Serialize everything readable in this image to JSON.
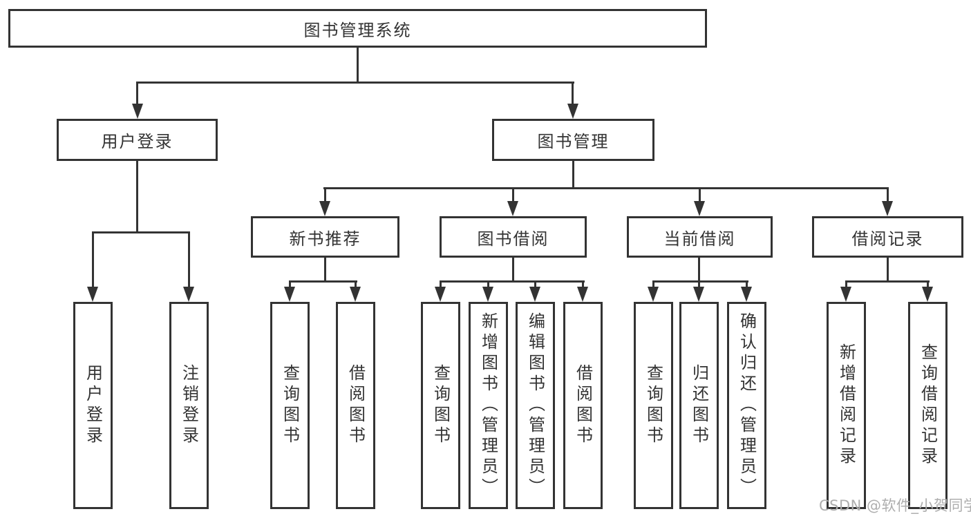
{
  "tree": {
    "root": {
      "label": "图书管理系统",
      "children": [
        {
          "label": "用户登录",
          "children": [
            {
              "label": "用户登录"
            },
            {
              "label": "注销登录"
            }
          ]
        },
        {
          "label": "图书管理",
          "children": [
            {
              "label": "新书推荐",
              "children": [
                {
                  "label": "查询图书"
                },
                {
                  "label": "借阅图书"
                }
              ]
            },
            {
              "label": "图书借阅",
              "children": [
                {
                  "label": "查询图书"
                },
                {
                  "label": "新增图书（管理员）"
                },
                {
                  "label": "编辑图书（管理员）"
                },
                {
                  "label": "借阅图书"
                }
              ]
            },
            {
              "label": "当前借阅",
              "children": [
                {
                  "label": "查询图书"
                },
                {
                  "label": "归还图书"
                },
                {
                  "label": "确认归还（管理员）"
                }
              ]
            },
            {
              "label": "借阅记录",
              "children": [
                {
                  "label": "新增借阅记录"
                },
                {
                  "label": "查询借阅记录"
                }
              ]
            }
          ]
        }
      ]
    }
  },
  "watermark": {
    "text": "CSDN @软件_小贺同学"
  },
  "colors": {
    "line": "#333333",
    "text": "#333333",
    "watermark": "#aeaeae",
    "background": "#ffffff"
  }
}
